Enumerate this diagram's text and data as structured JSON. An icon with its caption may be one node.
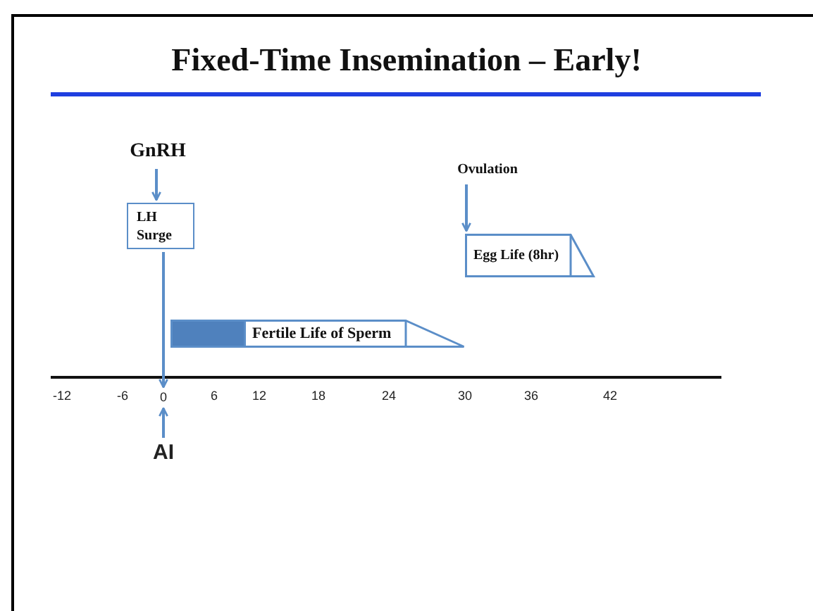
{
  "diagram": {
    "title": "Fixed-Time Insemination – Early!",
    "nodes": [
      {
        "text": [
          "GnRH"
        ]
      },
      {
        "text": [
          "LH Surge"
        ]
      },
      {
        "text": [
          "Ovulation"
        ]
      },
      {
        "text": [
          "Egg Life (8hr)"
        ]
      },
      {
        "text": [
          "Fertile Life of Sperm"
        ]
      },
      {
        "text": [
          "AI"
        ]
      },
      {
        "text": [
          "0"
        ]
      }
    ],
    "edges": [
      {
        "from": 0,
        "to": 1,
        "arrow": "to"
      },
      {
        "from": 1,
        "to": 6,
        "arrow": "to"
      },
      {
        "from": 2,
        "to": 3,
        "arrow": "to"
      },
      {
        "from": 5,
        "to": 6,
        "arrow": "to"
      }
    ],
    "labels": [
      "-12",
      "-6",
      "6",
      "12",
      "18",
      "24",
      "30",
      "36",
      "42"
    ]
  }
}
